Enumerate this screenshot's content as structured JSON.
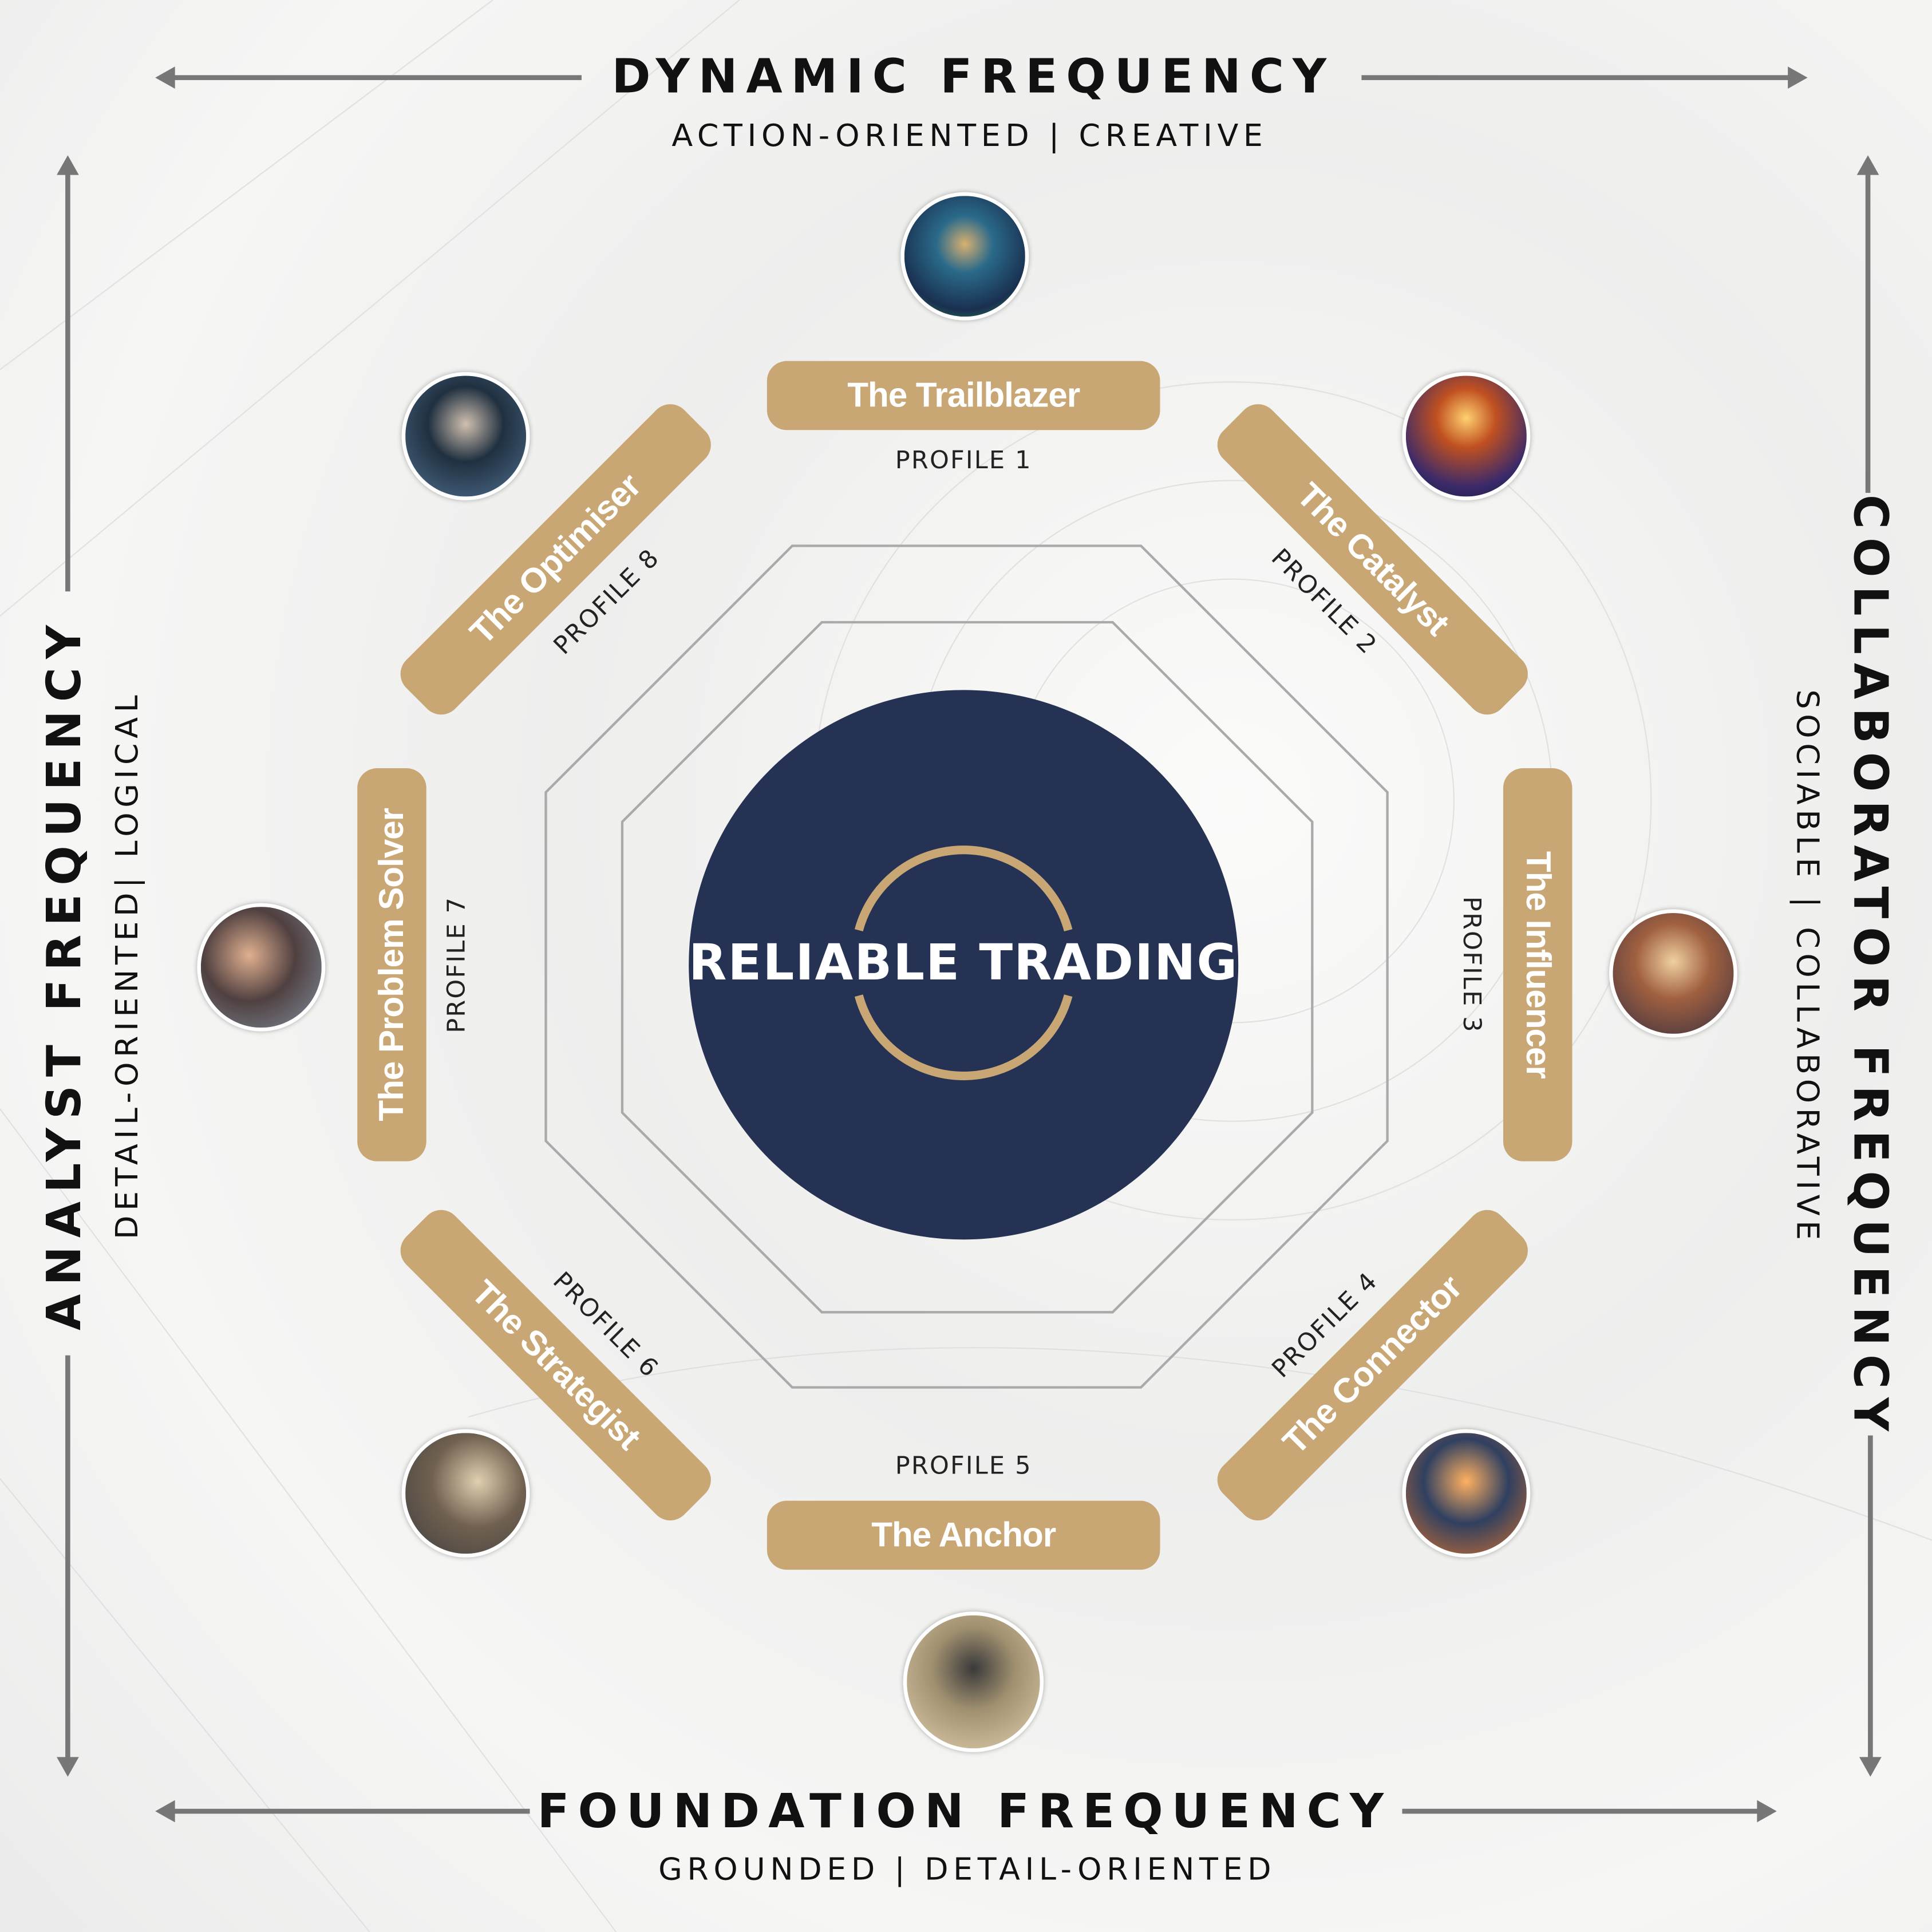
{
  "top": {
    "title": "DYNAMIC  FREQUENCY",
    "subtitle": "ACTION-ORIENTED | CREATIVE"
  },
  "bottom": {
    "title": "FOUNDATION FREQUENCY",
    "subtitle": "GROUNDED | DETAIL-ORIENTED"
  },
  "left": {
    "title": "ANALYST FREQUENCY",
    "subtitle": "DETAIL-ORIENTED| LOGICAL"
  },
  "right": {
    "title": "COLLABORATOR FREQUENCY",
    "subtitle": "SOCIABLE | COLLABORATIVE"
  },
  "center": {
    "logo_text": "RELIABLE TRADING",
    "color": "#253253",
    "ring_color": "#c8a775"
  },
  "profiles": [
    {
      "name": "The Trailblazer",
      "label": "PROFILE 1"
    },
    {
      "name": "The Catalyst",
      "label": "PROFILE 2"
    },
    {
      "name": "The Influencer",
      "label": "PROFILE 3"
    },
    {
      "name": "The Connector",
      "label": "PROFILE 4"
    },
    {
      "name": "The Anchor",
      "label": "PROFILE  5"
    },
    {
      "name": "The Strategist",
      "label": "PROFILE 6"
    },
    {
      "name": "The Problem Solver",
      "label": "PROFILE 7"
    },
    {
      "name": "The Optimiser",
      "label": "PROFILE 8"
    }
  ],
  "colors": {
    "pill": "#c8a775",
    "arrow": "#777777"
  }
}
